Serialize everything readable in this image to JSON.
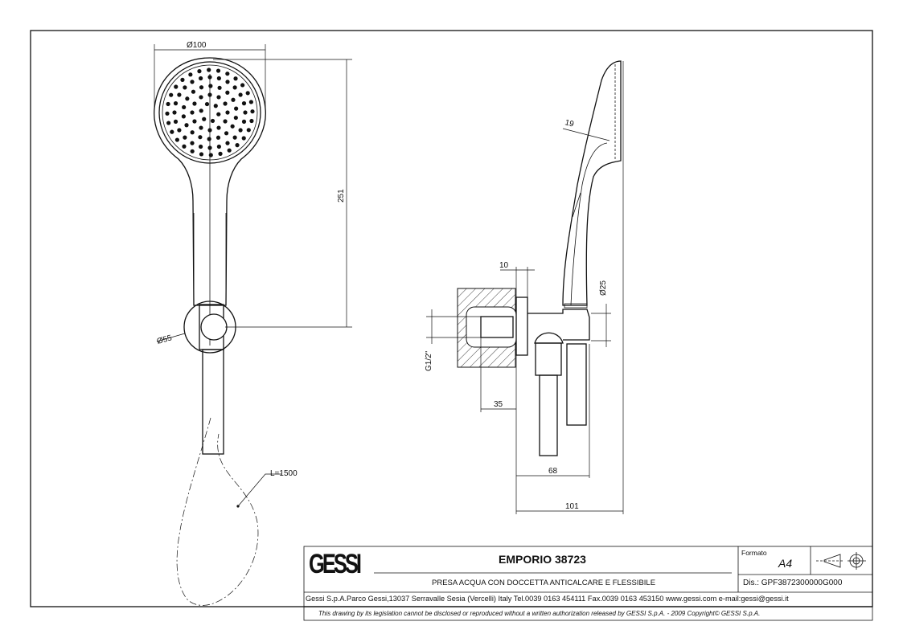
{
  "title_block": {
    "logo": "GESSI",
    "product_name": "EMPORIO 38723",
    "description": "PRESA ACQUA CON DOCCETTA ANTICALCARE E FLESSIBILE",
    "format_label": "Formato",
    "format_value": "A4",
    "drawing_number": "Dis.: GPF3872300000G000",
    "address": "Gessi S.p.A.Parco Gessi,13037 Serravalle Sesia (Vercelli) Italy Tel.0039 0163 454111 Fax.0039 0163 453150 www.gessi.com e-mail:gessi@gessi.it",
    "copyright": "This drawing by its legislation cannot be disclosed or reproduced without a written authorization released by GESSI S.p.A. - 2009 Copyright© GESSI S.p.A."
  },
  "dimensions": {
    "head_diameter": "Ø100",
    "total_height": "251",
    "bracket_diameter": "Ø55",
    "hose_length": "L=1500",
    "head_thickness": "19",
    "plate_thickness": "10",
    "handle_diameter": "Ø25",
    "thread": "G1/2\"",
    "inlet_depth": "35",
    "outlet_projection": "68",
    "total_projection": "101"
  }
}
